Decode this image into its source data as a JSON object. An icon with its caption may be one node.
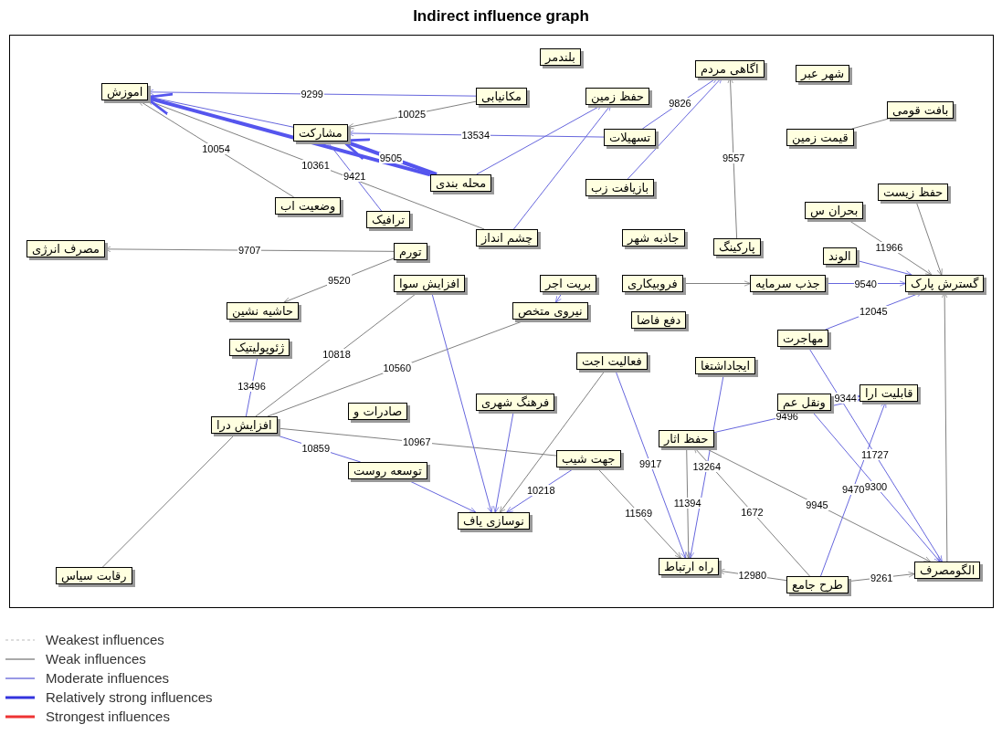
{
  "diagram": {
    "title": "Indirect influence graph",
    "nodes": [
      {
        "text": [
          "اموزش"
        ]
      },
      {
        "text": [
          "مشارکت"
        ]
      },
      {
        "text": [
          "مکانیابی"
        ]
      },
      {
        "text": [
          "حفظ زمین"
        ]
      },
      {
        "text": [
          "اگاهی مردم"
        ]
      },
      {
        "text": [
          "شهر عبر"
        ]
      },
      {
        "text": [
          "بافت قومی"
        ]
      },
      {
        "text": [
          "بلندمر"
        ]
      },
      {
        "text": [
          "تسهیلات"
        ]
      },
      {
        "text": [
          "قیمت زمین"
        ]
      },
      {
        "text": [
          "محله بندی"
        ]
      },
      {
        "text": [
          "حفظ زیست"
        ]
      },
      {
        "text": [
          "وضعیت اب"
        ]
      },
      {
        "text": [
          "چشم انداز"
        ]
      },
      {
        "text": [
          "بازیافت زب"
        ]
      },
      {
        "text": [
          "بحران س"
        ]
      },
      {
        "text": [
          "پارکینگ"
        ]
      },
      {
        "text": [
          "ترافیک"
        ]
      },
      {
        "text": [
          "تورم"
        ]
      },
      {
        "text": [
          "جاذبه شهر"
        ]
      },
      {
        "text": [
          "بریت اجر"
        ]
      },
      {
        "text": [
          "جذب سرمایه"
        ]
      },
      {
        "text": [
          "مصرف انرژی"
        ]
      },
      {
        "text": [
          "نیروی متخص"
        ]
      },
      {
        "text": [
          "فروبیکاری"
        ]
      },
      {
        "text": [
          "الوند"
        ]
      },
      {
        "text": [
          "حاشیه نشین"
        ]
      },
      {
        "text": [
          "ژئوپولیتیک"
        ]
      },
      {
        "text": [
          "افزایش سوا"
        ]
      },
      {
        "text": [
          "صادرات و"
        ]
      },
      {
        "text": [
          "دفع فاضا"
        ]
      },
      {
        "text": [
          "مهاجرت"
        ]
      },
      {
        "text": [
          "گسترش پارک"
        ]
      },
      {
        "text": [
          "ایجاداشتغا"
        ]
      },
      {
        "text": [
          "ونقل عم"
        ]
      },
      {
        "text": [
          "طرح جامع"
        ]
      },
      {
        "text": [
          "فعالیت اجت"
        ]
      },
      {
        "text": [
          "توسعه روست"
        ]
      },
      {
        "text": [
          "فرهنگ شهری"
        ]
      },
      {
        "text": [
          "حفظ اثار"
        ]
      },
      {
        "text": [
          "جهت شیب"
        ]
      },
      {
        "text": [
          "قابلیت ارا"
        ]
      },
      {
        "text": [
          "افزایش درا"
        ]
      },
      {
        "text": [
          "نوسازی یاف"
        ]
      },
      {
        "text": [
          "راه ارتباط"
        ]
      },
      {
        "text": [
          "رقابت سیاس"
        ]
      },
      {
        "text": [
          "الگومصرف"
        ]
      }
    ],
    "edges": [
      {
        "from": 1,
        "to": 0,
        "arrow": "to",
        "color": "#6666dd"
      },
      {
        "from": 12,
        "to": 0,
        "arrow": "to",
        "label": "10054",
        "color": "#808080"
      },
      {
        "from": 13,
        "to": 0,
        "arrow": "to",
        "label": "10361",
        "color": "#808080"
      },
      {
        "from": 2,
        "to": 0,
        "arrow": "to",
        "label": "9299",
        "color": "#6666dd"
      },
      {
        "from": 10,
        "to": 0,
        "arrow": "to",
        "style": "thick",
        "color": "#5555ee"
      },
      {
        "from": 18,
        "to": 22,
        "arrow": "to",
        "label": "9707",
        "color": "#808080"
      },
      {
        "from": 18,
        "to": 26,
        "arrow": "to",
        "label": "9520",
        "color": "#808080"
      },
      {
        "from": 2,
        "to": 1,
        "arrow": "to",
        "label": "10025",
        "color": "#808080"
      },
      {
        "from": 8,
        "to": 1,
        "arrow": "to",
        "label": "13534",
        "color": "#6666dd"
      },
      {
        "from": 10,
        "to": 1,
        "arrow": "to",
        "label": "9505",
        "style": "thick",
        "color": "#5555ee"
      },
      {
        "from": 17,
        "to": 1,
        "arrow": "to",
        "label": "9421",
        "color": "#6666dd"
      },
      {
        "from": 42,
        "to": 37,
        "arrow": "none",
        "label": "10859",
        "color": "#6666dd"
      },
      {
        "from": 42,
        "to": 28,
        "arrow": "none",
        "label": "10818",
        "color": "#808080"
      },
      {
        "from": 42,
        "to": 23,
        "arrow": "none",
        "label": "10560",
        "color": "#808080"
      },
      {
        "from": 42,
        "to": 40,
        "arrow": "none",
        "label": "10967",
        "color": "#808080"
      },
      {
        "from": 45,
        "to": 42,
        "arrow": "none",
        "color": "#808080"
      },
      {
        "from": 42,
        "to": 27,
        "arrow": "none",
        "label": "13496",
        "color": "#6666dd"
      },
      {
        "from": 40,
        "to": 43,
        "arrow": "to",
        "label": "10218",
        "color": "#6666dd"
      },
      {
        "from": 38,
        "to": 43,
        "arrow": "to",
        "color": "#6666dd"
      },
      {
        "from": 37,
        "to": 43,
        "arrow": "to",
        "color": "#6666dd"
      },
      {
        "from": 36,
        "to": 43,
        "arrow": "to",
        "color": "#808080"
      },
      {
        "from": 28,
        "to": 43,
        "arrow": "to",
        "color": "#6666dd"
      },
      {
        "from": 40,
        "to": 44,
        "arrow": "to",
        "label": "11569",
        "color": "#808080"
      },
      {
        "from": 39,
        "to": 44,
        "arrow": "to",
        "label": "11394",
        "color": "#808080"
      },
      {
        "from": 36,
        "to": 44,
        "arrow": "to",
        "label": "9917",
        "color": "#6666dd"
      },
      {
        "from": 33,
        "to": 44,
        "arrow": "to",
        "label": "13264",
        "color": "#6666dd"
      },
      {
        "from": 35,
        "to": 44,
        "arrow": "to",
        "label": "12980",
        "color": "#808080"
      },
      {
        "from": 34,
        "to": 46,
        "arrow": "to",
        "label": "9300",
        "color": "#6666dd"
      },
      {
        "from": 35,
        "to": 46,
        "arrow": "to",
        "label": "9261",
        "color": "#808080"
      },
      {
        "from": 31,
        "to": 46,
        "arrow": "to",
        "label": "11727",
        "color": "#6666dd"
      },
      {
        "from": 39,
        "to": 46,
        "arrow": "to",
        "label": "9945",
        "color": "#808080"
      },
      {
        "from": 46,
        "to": 32,
        "arrow": "to",
        "color": "#808080"
      },
      {
        "from": 35,
        "to": 41,
        "arrow": "to",
        "label": "9470",
        "color": "#6666dd"
      },
      {
        "from": 34,
        "to": 41,
        "arrow": "to",
        "label": "9344",
        "color": "#6666dd"
      },
      {
        "from": 39,
        "to": 41,
        "arrow": "to",
        "label": "9496",
        "color": "#6666dd"
      },
      {
        "from": 21,
        "to": 32,
        "arrow": "to",
        "label": "9540",
        "color": "#6666dd"
      },
      {
        "from": 11,
        "to": 32,
        "arrow": "to",
        "color": "#808080"
      },
      {
        "from": 31,
        "to": 32,
        "arrow": "to",
        "label": "12045",
        "color": "#6666dd"
      },
      {
        "from": 25,
        "to": 32,
        "arrow": "to",
        "color": "#6666dd"
      },
      {
        "from": 15,
        "to": 32,
        "arrow": "to",
        "label": "11966",
        "color": "#808080"
      },
      {
        "from": 6,
        "to": 9,
        "arrow": "none",
        "color": "#808080"
      },
      {
        "from": 8,
        "to": 4,
        "arrow": "to",
        "label": "9826",
        "color": "#6666dd"
      },
      {
        "from": 14,
        "to": 4,
        "arrow": "to",
        "color": "#6666dd"
      },
      {
        "from": 16,
        "to": 4,
        "arrow": "to",
        "label": "9557",
        "color": "#808080"
      },
      {
        "from": 10,
        "to": 3,
        "arrow": "to",
        "color": "#6666dd"
      },
      {
        "from": 13,
        "to": 3,
        "arrow": "to",
        "color": "#6666dd"
      },
      {
        "from": 24,
        "to": 21,
        "arrow": "to",
        "color": "#808080"
      },
      {
        "from": 20,
        "to": 23,
        "arrow": "to",
        "color": "#6666dd"
      },
      {
        "from": 35,
        "to": 39,
        "arrow": "to",
        "label": "1672",
        "color": "#808080"
      }
    ],
    "legend": [
      {
        "text": "Weakest influences"
      },
      {
        "text": "Weak influences"
      },
      {
        "text": "Moderate influences"
      },
      {
        "text": "Relatively strong influences"
      },
      {
        "text": "Strongest influences"
      }
    ]
  }
}
